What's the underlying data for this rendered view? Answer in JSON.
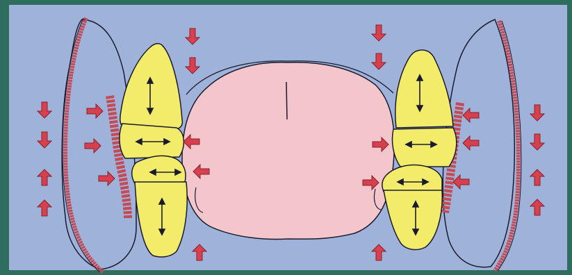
{
  "diagram": {
    "colors": {
      "frame": "#2f6e5f",
      "background": "#9fb3da",
      "tongue": "#f3c6cc",
      "tooth": "#f3ec6a",
      "outline": "#1a1a2e",
      "muscle": "#c44a55",
      "arrow": "#d6404f"
    },
    "parts": [
      "cheek-muscle",
      "tooth",
      "tongue",
      "force-arrow",
      "movement-arrow"
    ],
    "arrow_directions": [
      "up",
      "down",
      "left",
      "right",
      "left-right",
      "up-down"
    ]
  }
}
